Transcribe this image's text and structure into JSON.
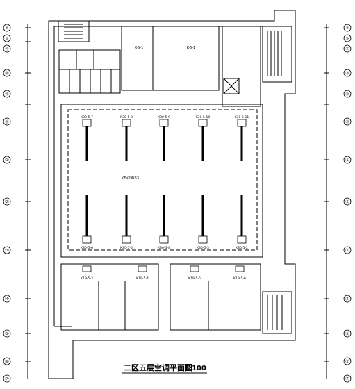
{
  "title": "二区五层空调平面图",
  "scale": "1:100",
  "axis_left": [
    "⑨",
    "⑩",
    "⑰",
    "⑱",
    "⑲",
    "⑳",
    "⑴",
    "⑵",
    "⑶",
    "⑷",
    "⑸",
    "⑹",
    "⑺"
  ],
  "units_top": [
    "K-5-1",
    "K-5-1"
  ],
  "units_row1": [
    "K30-5-7",
    "K30-5-8",
    "K30-5-9",
    "K30-5-10",
    "K30-5-11"
  ],
  "units_row2": [
    "K30-5-6",
    "K30-5-5",
    "K30-5-4",
    "K30-5-3",
    "K30-5-2"
  ],
  "units_bottom": [
    "K19-5-3",
    "K19-5-4",
    "K19-5-5",
    "K19-5-6"
  ],
  "pipe_labels": [
    "KFV-DN63"
  ],
  "colors": {
    "line": "#000000",
    "background": "#ffffff"
  }
}
